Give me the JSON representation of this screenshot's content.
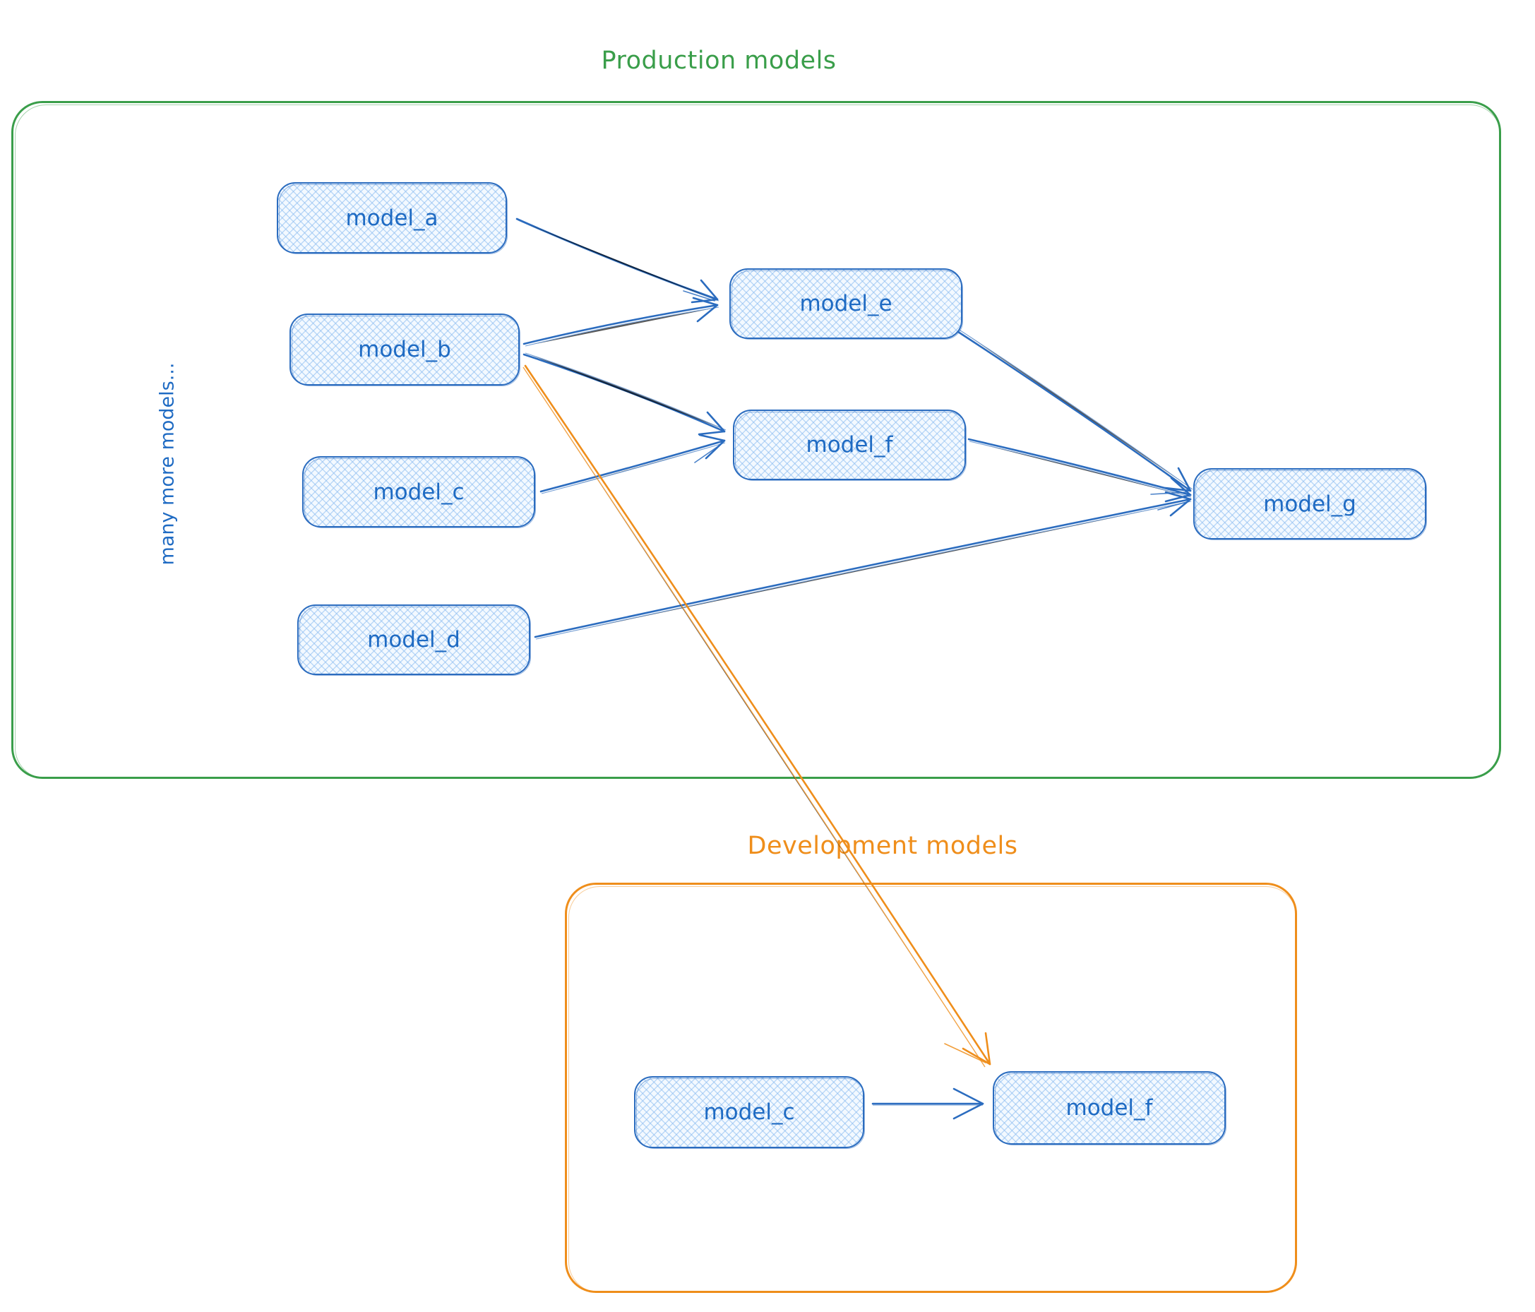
{
  "diagram": {
    "production": {
      "title": "Production models",
      "side_label": "many more models...",
      "nodes": [
        {
          "id": "model_a",
          "label": "model_a"
        },
        {
          "id": "model_b",
          "label": "model_b"
        },
        {
          "id": "model_c",
          "label": "model_c"
        },
        {
          "id": "model_d",
          "label": "model_d"
        },
        {
          "id": "model_e",
          "label": "model_e"
        },
        {
          "id": "model_f",
          "label": "model_f"
        },
        {
          "id": "model_g",
          "label": "model_g"
        }
      ]
    },
    "development": {
      "title": "Development models",
      "nodes": [
        {
          "id": "model_c",
          "label": "model_c"
        },
        {
          "id": "model_f",
          "label": "model_f"
        }
      ]
    },
    "edges": [
      {
        "from": "model_a (production)",
        "to": "model_e (production)",
        "color": "blue"
      },
      {
        "from": "model_b (production)",
        "to": "model_e (production)",
        "color": "blue"
      },
      {
        "from": "model_b (production)",
        "to": "model_f (production)",
        "color": "blue"
      },
      {
        "from": "model_c (production)",
        "to": "model_f (production)",
        "color": "blue"
      },
      {
        "from": "model_e (production)",
        "to": "model_g (production)",
        "color": "blue"
      },
      {
        "from": "model_f (production)",
        "to": "model_g (production)",
        "color": "blue"
      },
      {
        "from": "model_d (production)",
        "to": "model_g (production)",
        "color": "blue"
      },
      {
        "from": "model_b (production)",
        "to": "model_f (development)",
        "color": "orange"
      },
      {
        "from": "model_c (development)",
        "to": "model_f (development)",
        "color": "blue"
      }
    ],
    "colors": {
      "production_border": "#3a9e4a",
      "development_border": "#ef8e1b",
      "node_border": "#2b6cbf",
      "node_fill": "#e9f3fd",
      "node_text": "#1f6bc3",
      "arrow_blue": "#2b6cbf",
      "arrow_orange": "#ef8e1b"
    }
  }
}
